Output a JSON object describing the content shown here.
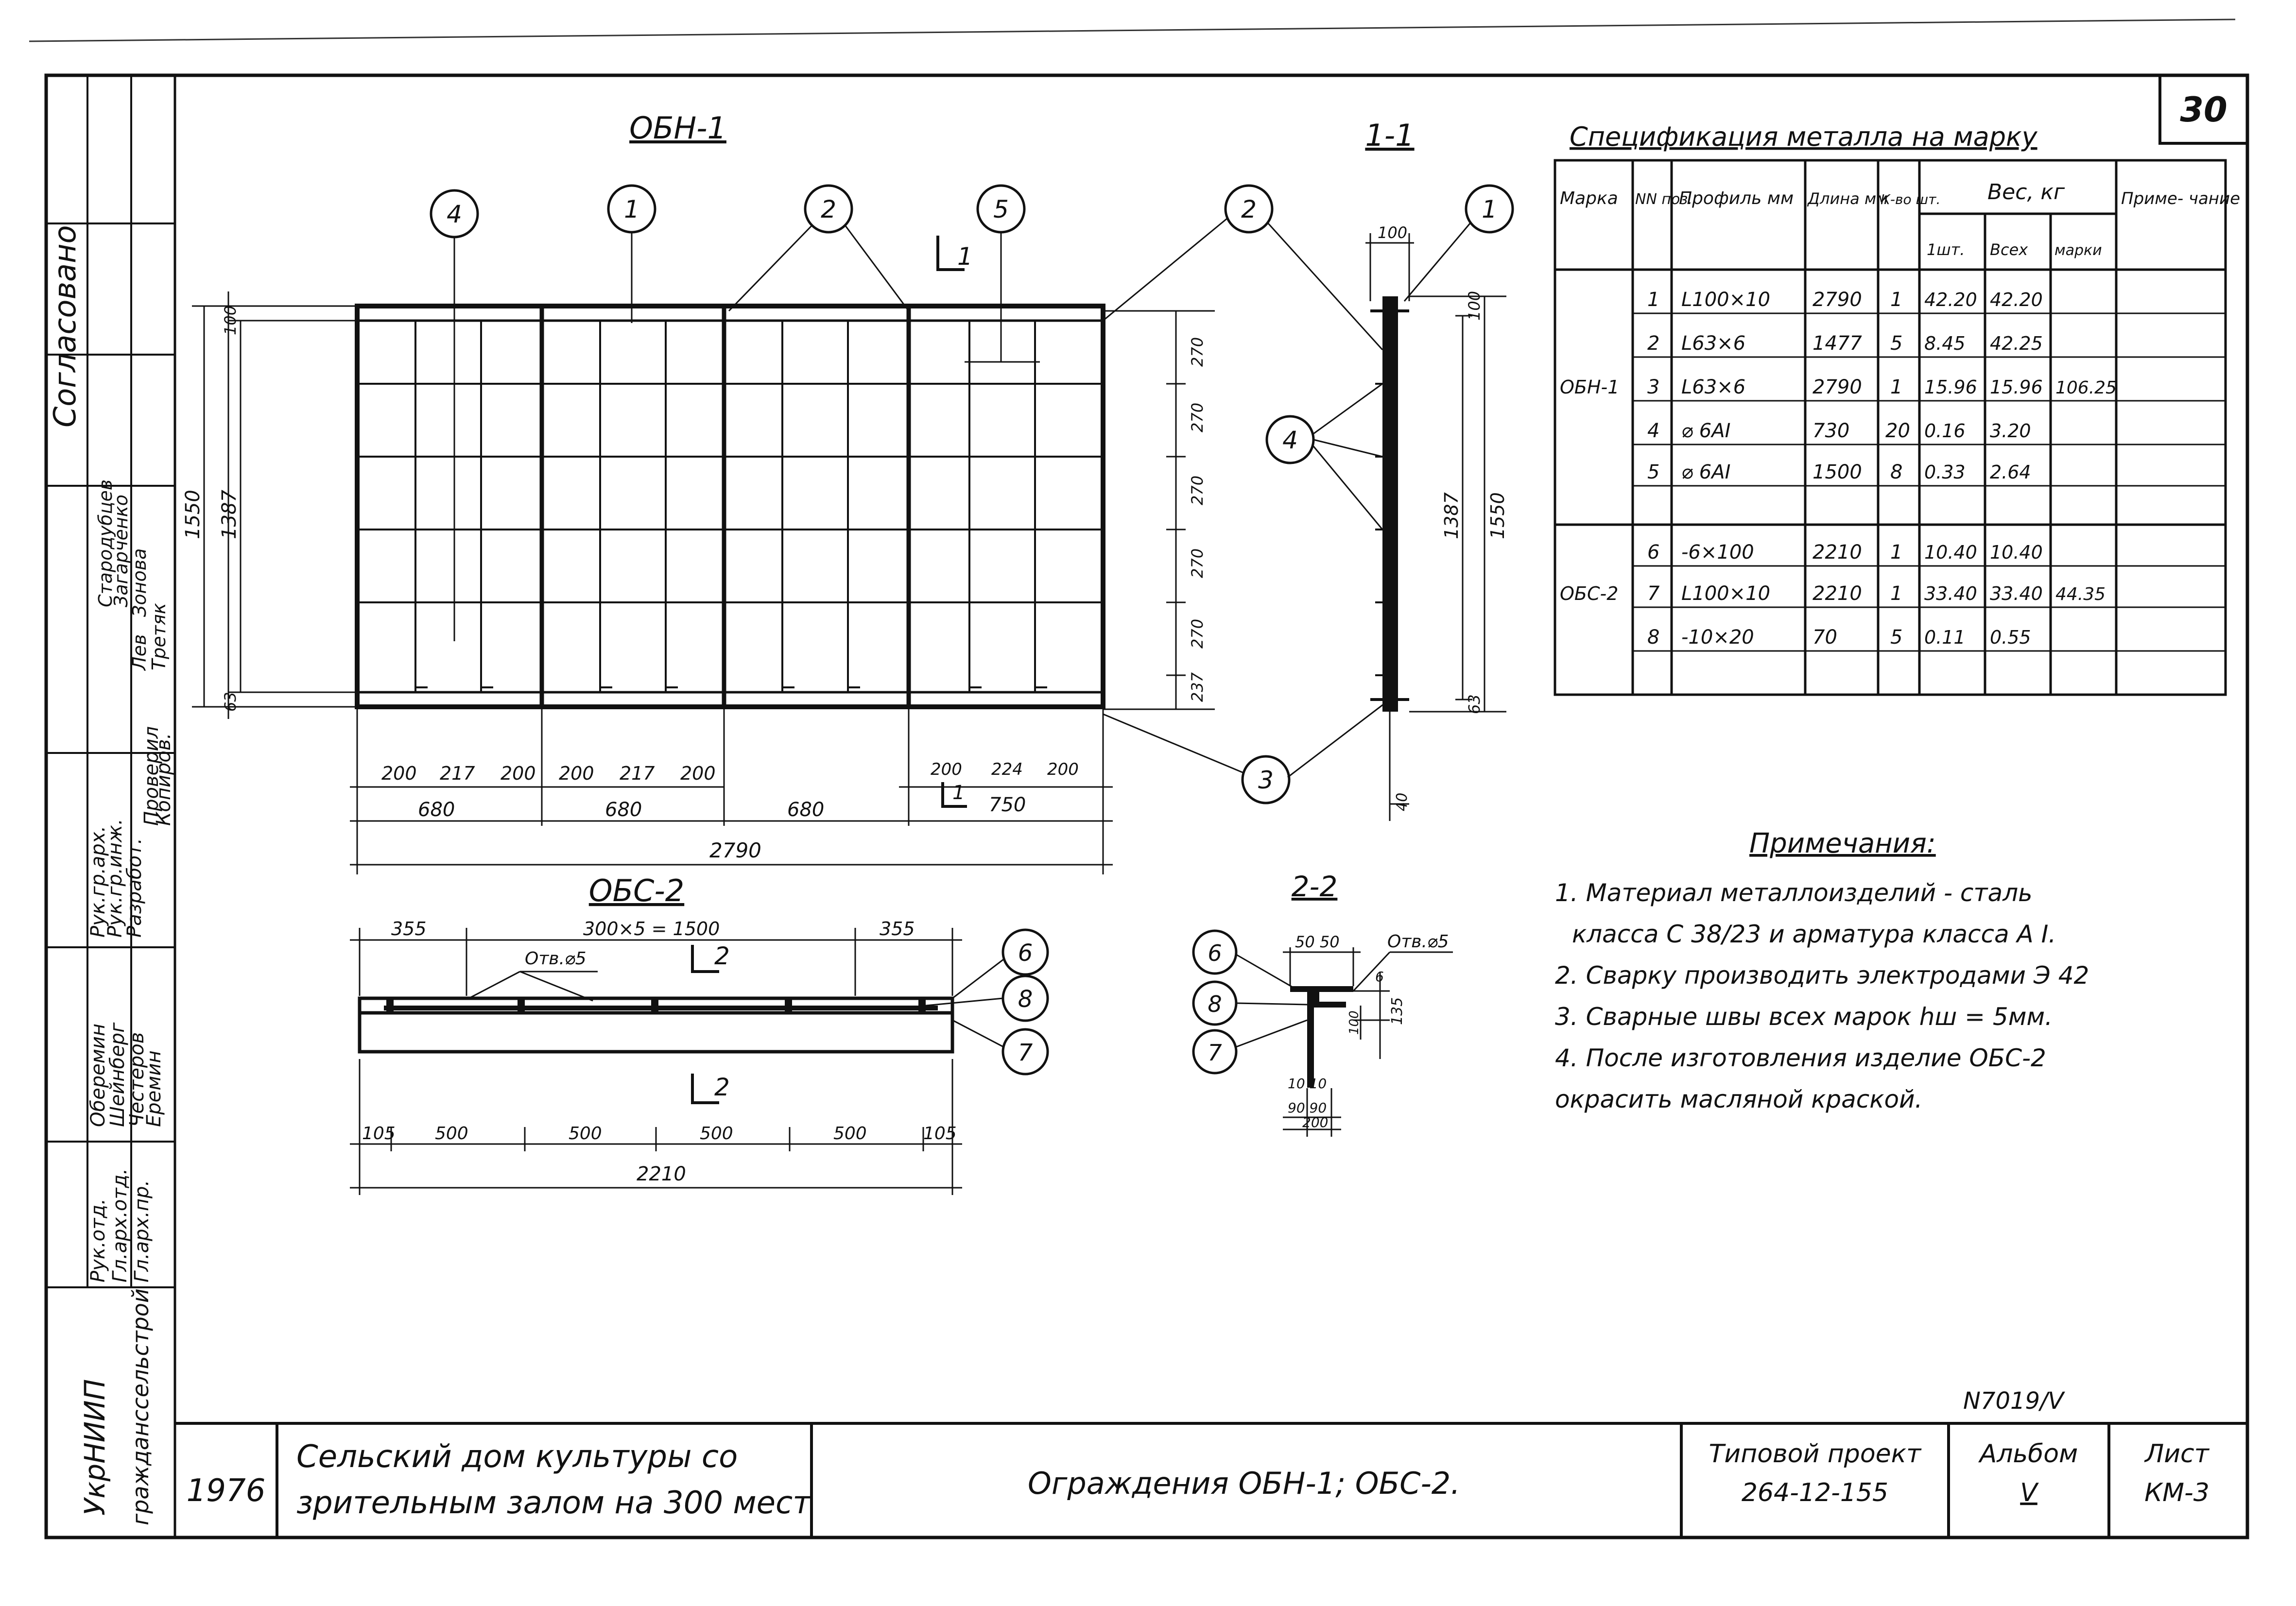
{
  "sheet_number": "30",
  "drawings": {
    "obn1_title": "ОБН-1",
    "section11_title": "1-1",
    "obs2_title": "ОБС-2",
    "section22_title": "2-2",
    "cut_mark_1": "1",
    "cut_mark_2": "2"
  },
  "callouts": [
    "1",
    "2",
    "3",
    "4",
    "5",
    "6",
    "7",
    "8"
  ],
  "dims_obn1": {
    "height_total": "1550",
    "height_inner": "1387",
    "top": "100",
    "bottom": "63",
    "right_rows": [
      "270",
      "270",
      "270",
      "270",
      "270",
      "237"
    ],
    "bottom_row": [
      "200",
      "217",
      "200",
      "200",
      "217",
      "200"
    ],
    "bottom_right": [
      "200",
      "224",
      "200"
    ],
    "panels": [
      "680",
      "680",
      "680",
      "750"
    ],
    "total": "2790"
  },
  "dims_section11": {
    "width": "100",
    "top": "100",
    "inner": "1387",
    "total": "1550",
    "bottom": "63",
    "base": "40"
  },
  "dims_obs2": {
    "left": "355",
    "middle": "300×5 = 1500",
    "right": "355",
    "rebar_note": "Отв.⌀5",
    "bottom_row": [
      "105",
      "500",
      "500",
      "500",
      "500",
      "105"
    ],
    "total": "2210"
  },
  "dims_section22": {
    "top": "50 50",
    "rebar_note": "Отв.⌀5",
    "h1": "6",
    "h2": "100",
    "h3": "135",
    "b1": "10 10",
    "b2": "90 90",
    "b3": "200"
  },
  "spec": {
    "title": "Спецификация металла на марку",
    "headers": {
      "mark": "Марка",
      "pos": "NN поз.",
      "profile": "Профиль мм",
      "length": "Длина мм",
      "qty": "К-во шт.",
      "weight": "Вес, кг",
      "w1": "1шт.",
      "wall": "Всех",
      "wmark": "марки",
      "note": "Приме- чание"
    },
    "groups": [
      {
        "mark": "ОБН-1",
        "mark_total": "106.25",
        "rows": [
          [
            "1",
            "L100×10",
            "2790",
            "1",
            "42.20",
            "42.20"
          ],
          [
            "2",
            "L63×6",
            "1477",
            "5",
            "8.45",
            "42.25"
          ],
          [
            "3",
            "L63×6",
            "2790",
            "1",
            "15.96",
            "15.96"
          ],
          [
            "4",
            "⌀ 6AI",
            "730",
            "20",
            "0.16",
            "3.20"
          ],
          [
            "5",
            "⌀ 6AI",
            "1500",
            "8",
            "0.33",
            "2.64"
          ]
        ]
      },
      {
        "mark": "ОБС-2",
        "mark_total": "44.35",
        "rows": [
          [
            "6",
            "-6×100",
            "2210",
            "1",
            "10.40",
            "10.40"
          ],
          [
            "7",
            "L100×10",
            "2210",
            "1",
            "33.40",
            "33.40"
          ],
          [
            "8",
            "-10×20",
            "70",
            "5",
            "0.11",
            "0.55"
          ]
        ]
      }
    ]
  },
  "notes": {
    "title": "Примечания:",
    "lines": [
      "1. Материал металлоизделий - сталь",
      "класса С 38/23 и арматура класса А I.",
      "2. Сварку производить электродами Э 42",
      "3. Сварные швы всех марок hш = 5мм.",
      "4. После изготовления изделие ОБС-2",
      "окрасить масляной краской."
    ]
  },
  "side_stamp": {
    "agreed": "Согласовано",
    "org": "УкрНИИП",
    "org2": "гражданссельстрой",
    "roles": [
      "Рук.гр.арх.",
      "Рук.гр.инж.",
      "Разработ.",
      "Проверил",
      "Копиров."
    ],
    "names": [
      "Стародубцев",
      "Загарченко",
      "Лев",
      "Зонова",
      "Третяк"
    ],
    "roles2": [
      "Рук.отд.",
      "Гл.арх.отд.",
      "Гл.арх.пр."
    ],
    "names2": [
      "Оберемин",
      "Шейнберг",
      "Честеров"
    ],
    "names3": [
      "Еремин",
      "Шейнберг",
      "Честеров"
    ]
  },
  "title_block": {
    "year": "1976",
    "project_name_1": "Сельский дом культуры со",
    "project_name_2": "зрительным залом на 300 мест",
    "sheet_title": "Ограждения ОБН-1; ОБС-2.",
    "type_project_label": "Типовой проект",
    "type_project_code": "264-12-155",
    "album_label": "Альбом",
    "album_value": "V",
    "sheet_label": "Лист",
    "sheet_value": "КМ-3",
    "archive_no": "N7019/V"
  }
}
